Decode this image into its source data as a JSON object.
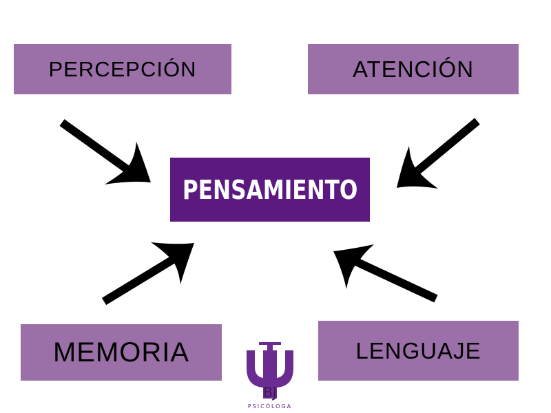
{
  "diagram": {
    "center": "PENSAMIENTO",
    "nodes": {
      "percepcion": "PERCEPCIÓN",
      "atencion": "ATENCIÓN",
      "memoria": "MEMORIA",
      "lenguaje": "LENGUAJE"
    }
  },
  "logo": {
    "caption": "PSICÓLOGA",
    "initials": "BJ"
  },
  "colors": {
    "outer_box": "#9b70a8",
    "center_box": "#5c1a80",
    "arrow": "#000000",
    "logo": "#6b2c91"
  }
}
